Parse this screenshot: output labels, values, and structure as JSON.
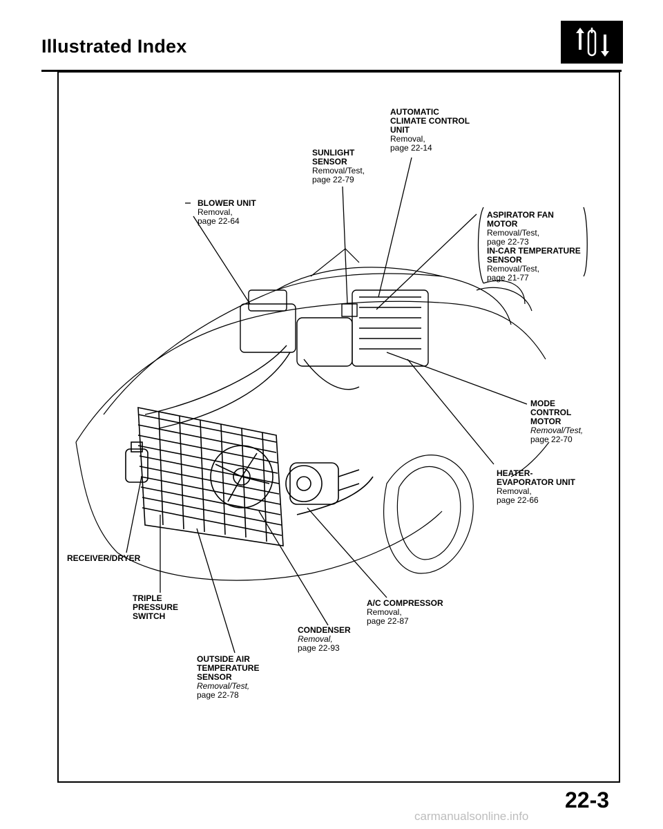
{
  "header": {
    "title": "Illustrated Index",
    "logo_icon": "ac-system-section-icon"
  },
  "labels": {
    "auto_climate": {
      "name": [
        "AUTOMATIC",
        "CLIMATE CONTROL",
        "UNIT"
      ],
      "detail": [
        "Removal,",
        "page 22-14"
      ]
    },
    "sunlight": {
      "name": [
        "SUNLIGHT",
        "SENSOR"
      ],
      "detail": [
        "Removal/Test,",
        "page 22-79"
      ]
    },
    "blower": {
      "name": [
        "BLOWER UNIT"
      ],
      "detail": [
        "Removal,",
        "page 22-64"
      ]
    },
    "aspirator": {
      "name": [
        "ASPIRATOR FAN",
        "MOTOR"
      ],
      "detail": [
        "Removal/Test,",
        "page 22-73"
      ]
    },
    "incar": {
      "name": [
        "IN-CAR TEMPERATURE",
        "SENSOR"
      ],
      "detail": [
        "Removal/Test,",
        "page 21-77"
      ]
    },
    "mode": {
      "name": [
        "MODE",
        "CONTROL",
        "MOTOR"
      ],
      "detail": [
        "Removal/Test,",
        "page 22-70"
      ]
    },
    "heater": {
      "name": [
        "HEATER-",
        "EVAPORATOR UNIT"
      ],
      "detail": [
        "Removal,",
        "page 22-66"
      ]
    },
    "receiver": {
      "name": [
        "RECEIVER/DRYER"
      ],
      "detail": []
    },
    "triple": {
      "name": [
        "TRIPLE",
        "PRESSURE",
        "SWITCH"
      ],
      "detail": []
    },
    "compressor": {
      "name": [
        "A/C COMPRESSOR"
      ],
      "detail": [
        "Removal,",
        "page 22-87"
      ]
    },
    "condenser": {
      "name": [
        "CONDENSER"
      ],
      "detail": [
        "Removal,",
        "page 22-93"
      ]
    },
    "outside_air": {
      "name": [
        "OUTSIDE AIR",
        "TEMPERATURE",
        "SENSOR"
      ],
      "detail": [
        "Removal/Test,",
        "page 22-78"
      ]
    }
  },
  "page_number": "22-3",
  "watermark": "carmanualsonline.info"
}
